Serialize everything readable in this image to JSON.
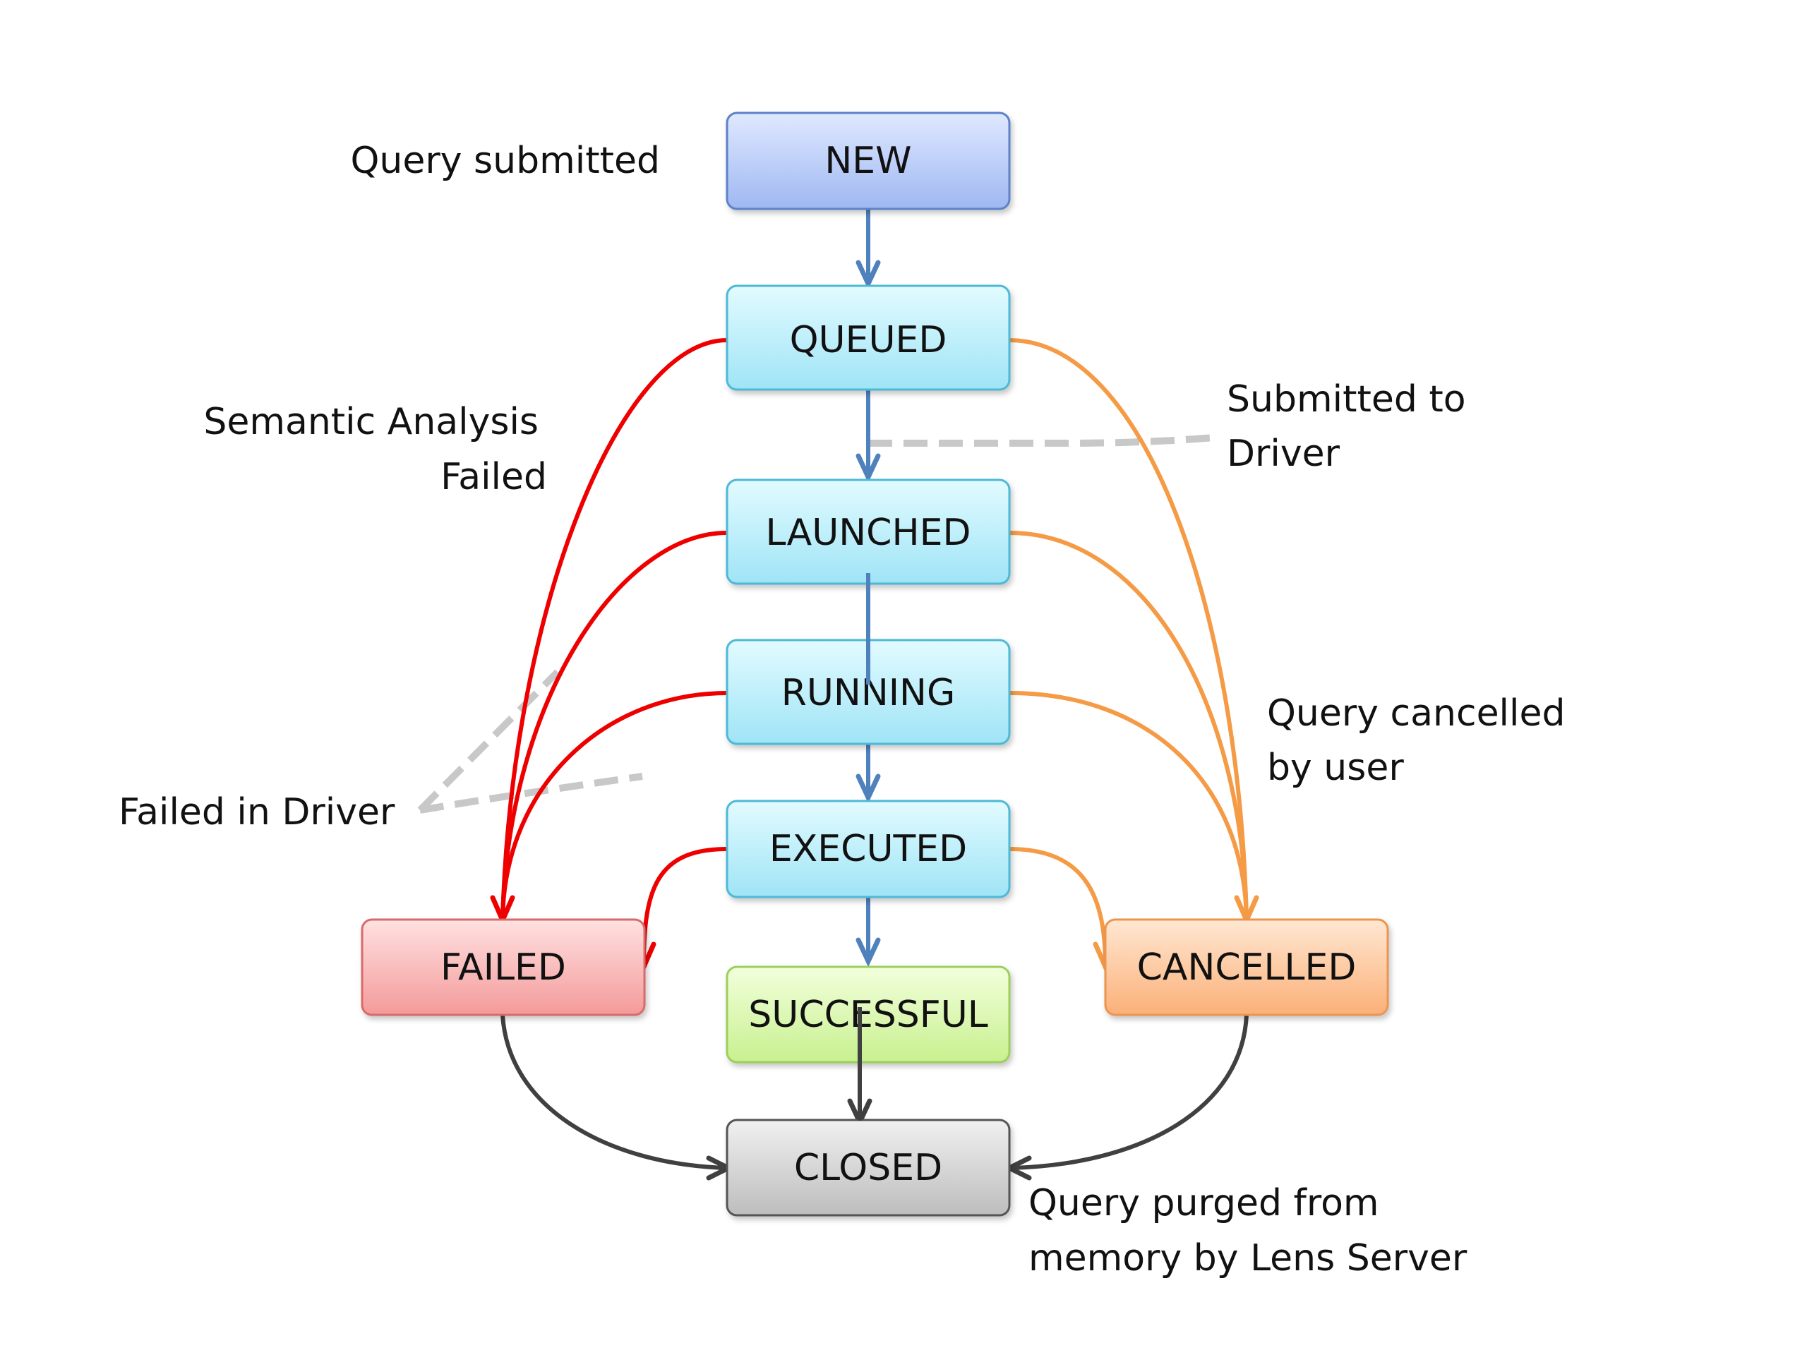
{
  "states": {
    "new": "NEW",
    "queued": "QUEUED",
    "launched": "LAUNCHED",
    "running": "RUNNING",
    "executed": "EXECUTED",
    "failed": "FAILED",
    "successful": "SUCCESSFUL",
    "cancelled": "CANCELLED",
    "closed": "CLOSED"
  },
  "annotations": {
    "query_submitted": "Query submitted",
    "semantic_analysis_line1": "Semantic Analysis",
    "semantic_analysis_line2": "Failed",
    "submitted_to_driver_line1": "Submitted to",
    "submitted_to_driver_line2": "Driver",
    "failed_in_driver": "Failed in Driver",
    "query_cancelled_line1": "Query cancelled",
    "query_cancelled_line2": "by user",
    "query_purged_line1": "Query purged from",
    "query_purged_line2": "memory by Lens Server"
  },
  "colors": {
    "new_fill_top": "#dfe8ff",
    "new_fill_bottom": "#9fb8f2",
    "cyan_fill_top": "#e2fbff",
    "cyan_fill_bottom": "#9fe4f6",
    "failed_fill_top": "#ffe1e1",
    "failed_fill_bottom": "#f49a9a",
    "successful_fill_top": "#f2ffdc",
    "successful_fill_bottom": "#c8f08f",
    "cancelled_fill_top": "#ffe7d2",
    "cancelled_fill_bottom": "#fbb078",
    "closed_fill_top": "#f0f0f0",
    "closed_fill_bottom": "#bdbdbd",
    "flow_arrow": "#4f81bd",
    "failure_arrow": "#ee0000",
    "cancel_arrow": "#f59a45",
    "close_arrow": "#404040",
    "callout": "#c8c8c8"
  }
}
